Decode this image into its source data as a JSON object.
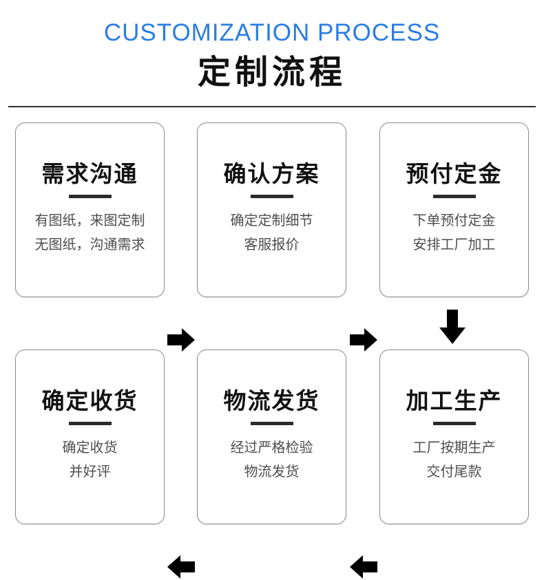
{
  "header": {
    "title_en": "CUSTOMIZATION PROCESS",
    "title_cn": "定制流程",
    "accent_color": "#2b7de2"
  },
  "flow": {
    "arrow_color": "#000000",
    "arrows": [
      {
        "name": "arrow-step1-to-step2",
        "direction": "right"
      },
      {
        "name": "arrow-step2-to-step3",
        "direction": "right"
      },
      {
        "name": "arrow-step3-to-step4",
        "direction": "down"
      },
      {
        "name": "arrow-step4-to-step5",
        "direction": "left"
      },
      {
        "name": "arrow-step5-to-step6",
        "direction": "left"
      }
    ],
    "steps": [
      {
        "title": "需求沟通",
        "lines": [
          "有图纸，来图定制",
          "无图纸，沟通需求"
        ]
      },
      {
        "title": "确认方案",
        "lines": [
          "确定定制细节",
          "客服报价"
        ]
      },
      {
        "title": "预付定金",
        "lines": [
          "下单预付定金",
          "安排工厂加工"
        ]
      },
      {
        "title": "确定收货",
        "lines": [
          "确定收货",
          "并好评"
        ]
      },
      {
        "title": "物流发货",
        "lines": [
          "经过严格检验",
          "物流发货"
        ]
      },
      {
        "title": "加工生产",
        "lines": [
          "工厂按期生产",
          "交付尾款"
        ]
      }
    ]
  }
}
